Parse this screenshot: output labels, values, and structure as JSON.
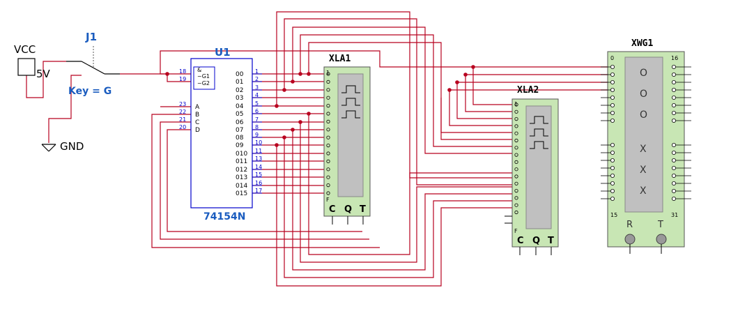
{
  "power": {
    "vcc_label": "VCC",
    "voltage_label": "5V",
    "gnd_label": "GND"
  },
  "switch": {
    "ref": "J1",
    "key": "Key = G"
  },
  "decoder": {
    "ref": "U1",
    "part": "74154N",
    "enable_pins": [
      "18",
      "19"
    ],
    "enable_names": [
      "&",
      "~G1",
      "~G2"
    ],
    "select_pins": [
      "23",
      "22",
      "21",
      "20"
    ],
    "select_names": [
      "A",
      "B",
      "C",
      "D"
    ],
    "outputs": [
      "00",
      "01",
      "02",
      "03",
      "04",
      "05",
      "06",
      "07",
      "08",
      "09",
      "010",
      "011",
      "012",
      "013",
      "014",
      "015"
    ],
    "output_pins": [
      "1",
      "2",
      "3",
      "4",
      "5",
      "6",
      "7",
      "8",
      "9",
      "10",
      "11",
      "13",
      "14",
      "15",
      "16",
      "17"
    ]
  },
  "analyzer1": {
    "ref": "XLA1",
    "top_pin": "1",
    "bottom_pin": "F",
    "controls": [
      "C",
      "Q",
      "T"
    ]
  },
  "analyzer2": {
    "ref": "XLA2",
    "top_pin": "1",
    "bottom_pin": "F",
    "controls": [
      "C",
      "Q",
      "T"
    ]
  },
  "generator": {
    "ref": "XWG1",
    "corner_labels": [
      "0",
      "16",
      "15",
      "31"
    ],
    "marks": [
      "O",
      "O",
      "O",
      "X",
      "X",
      "X"
    ],
    "controls": [
      "R",
      "T"
    ]
  },
  "colors": {
    "wire": "#b8001f",
    "part": "#0000cc",
    "component_fill": "#c8e6b4",
    "screen": "#c0c0c0",
    "label_blue": "#1a5cbf"
  }
}
